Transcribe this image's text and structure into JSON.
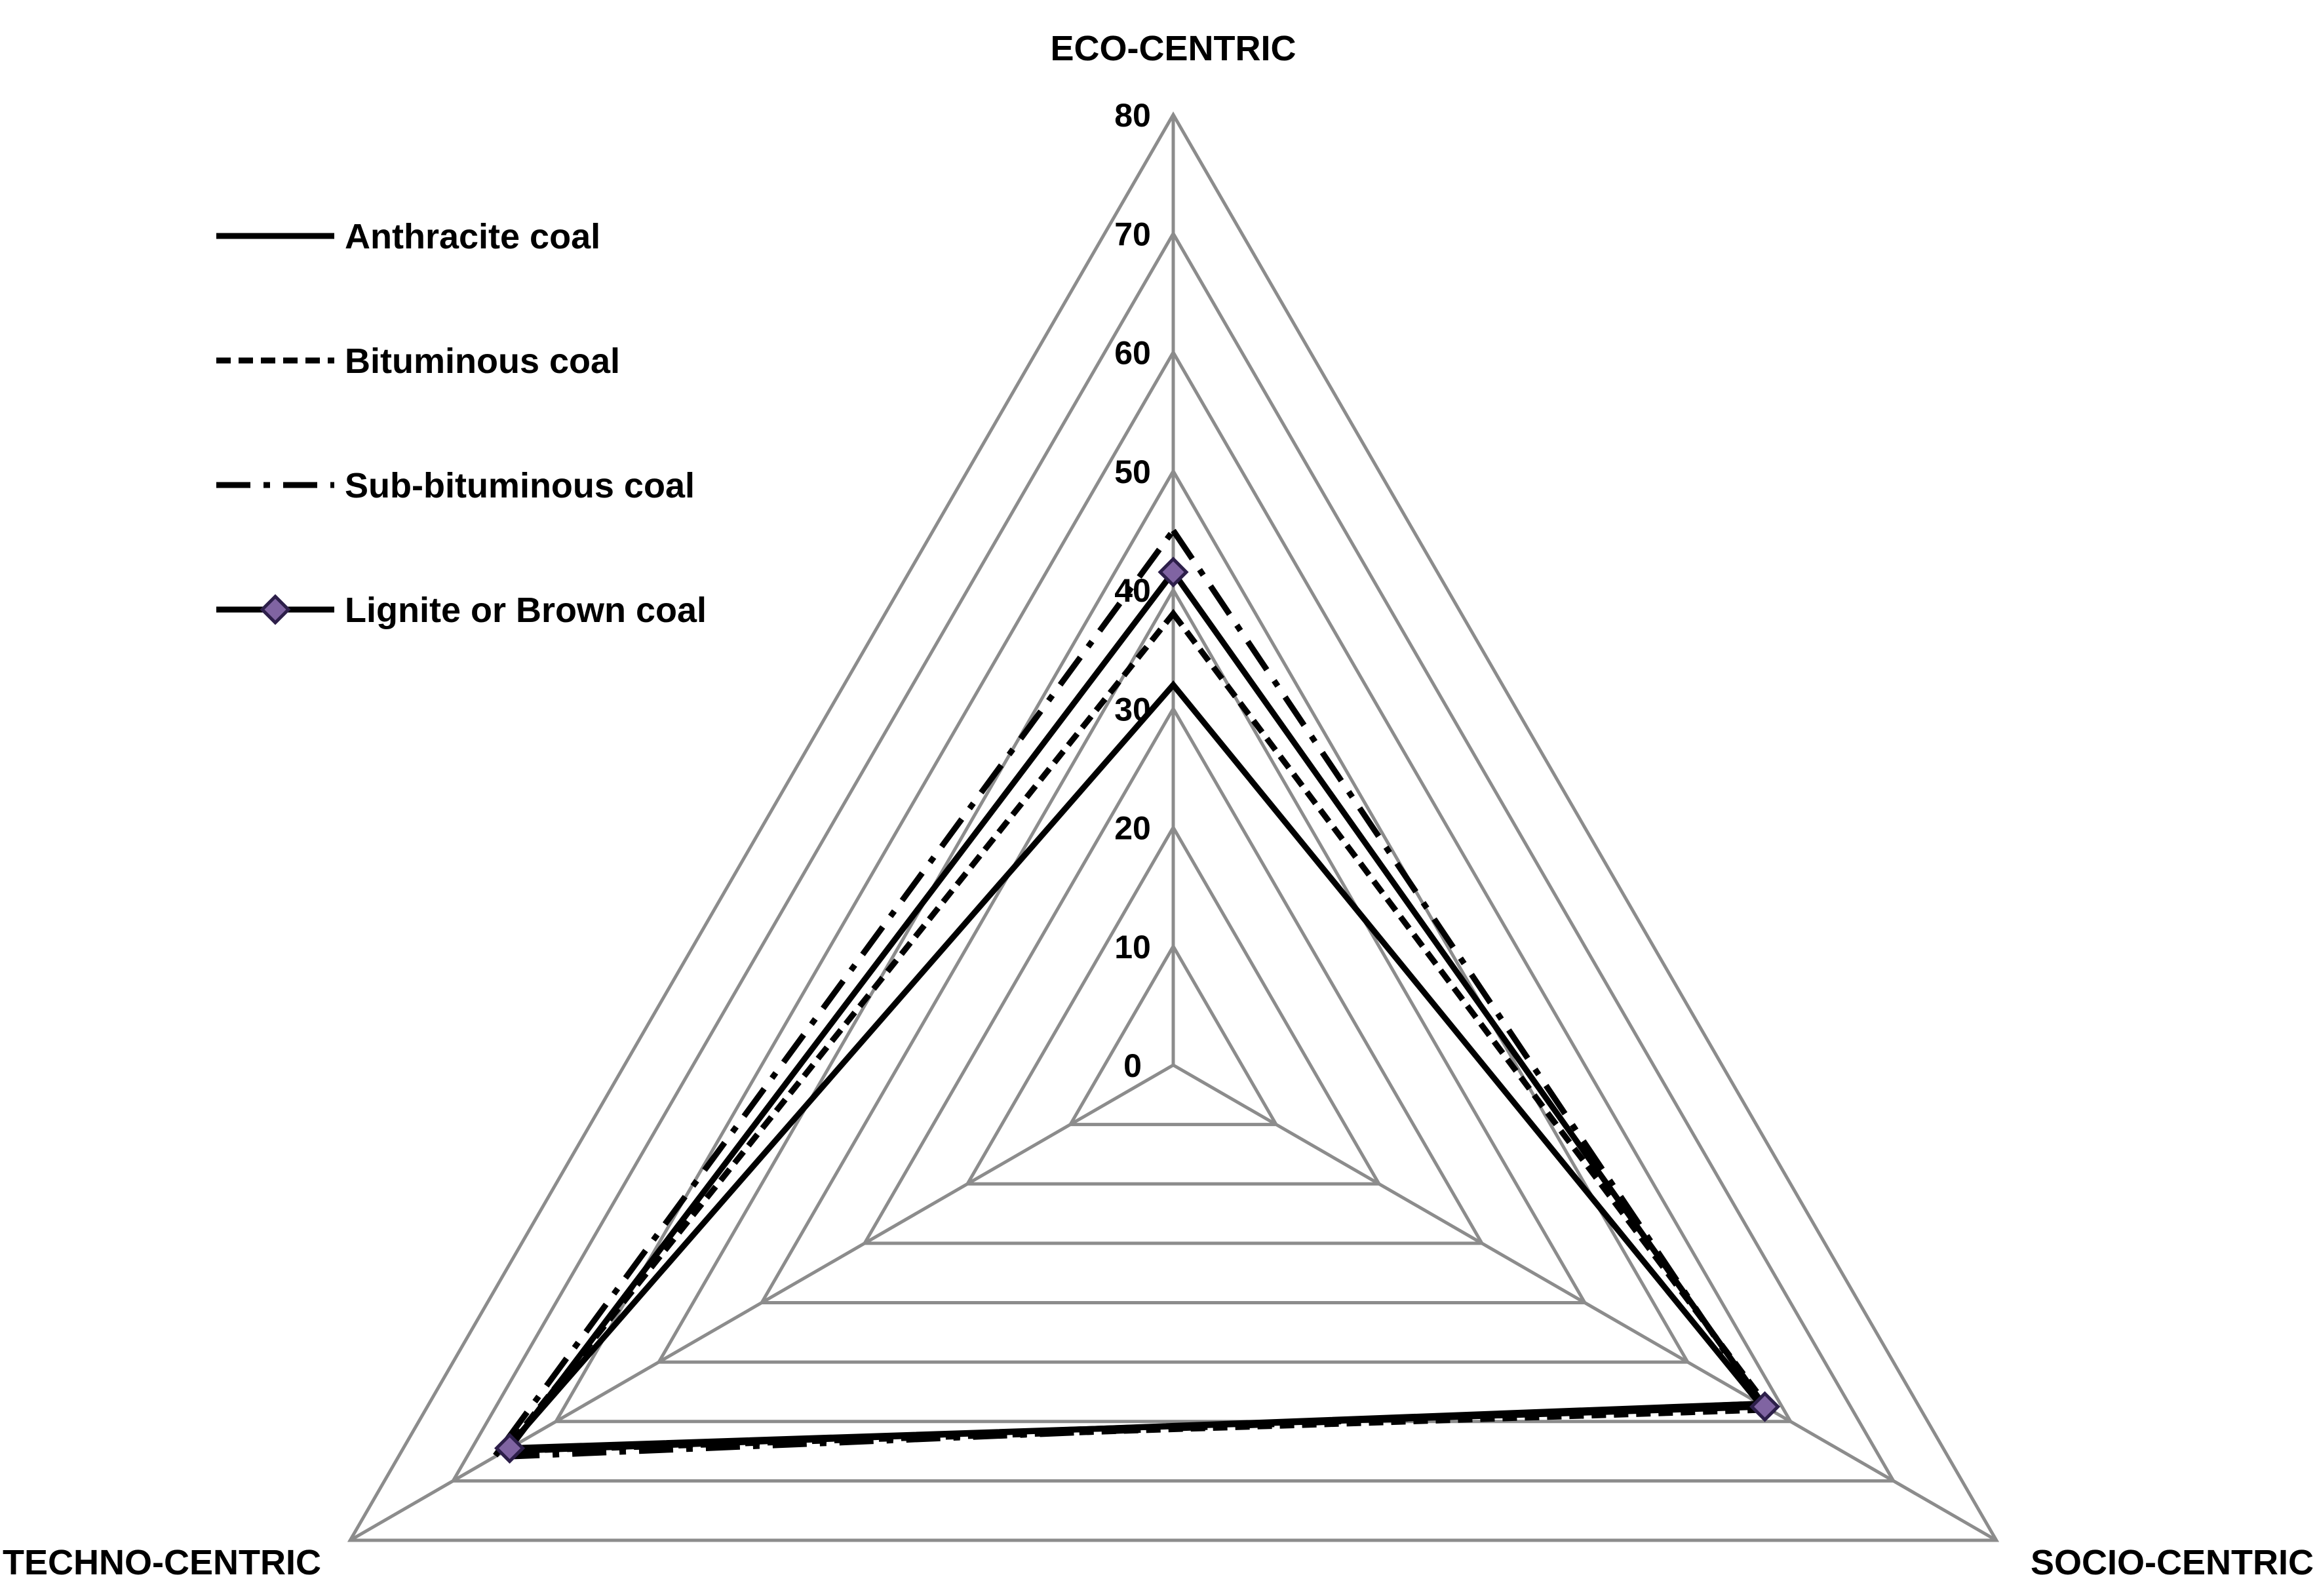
{
  "chart_data": {
    "type": "radar",
    "axes": [
      "ECO-CENTRIC",
      "SOCIO-CENTRIC",
      "TECHNO-CENTRIC"
    ],
    "rlim": [
      0,
      80
    ],
    "ticks": [
      "0",
      "10",
      "20",
      "30",
      "40",
      "50",
      "60",
      "70",
      "80"
    ],
    "tick_values": [
      0,
      10,
      20,
      30,
      40,
      50,
      60,
      70,
      80
    ],
    "legend_position": "top-left",
    "series": [
      {
        "name": "Anthracite coal",
        "values": [
          32,
          57,
          65
        ],
        "style": "solid",
        "marker": "none"
      },
      {
        "name": "Bituminous coal",
        "values": [
          38,
          58,
          65
        ],
        "style": "dashed",
        "marker": "none"
      },
      {
        "name": "Sub-bituminous coal",
        "values": [
          45,
          57,
          66
        ],
        "style": "dashdot",
        "marker": "none"
      },
      {
        "name": "Lignite or Brown coal",
        "values": [
          41.5,
          57.5,
          64.5
        ],
        "style": "solid",
        "marker": "diamond"
      }
    ],
    "colors": {
      "grid": "#8c8c8c",
      "line": "#000000",
      "marker_fill": "#8064a2",
      "marker_edge": "#2d1f4a"
    }
  }
}
